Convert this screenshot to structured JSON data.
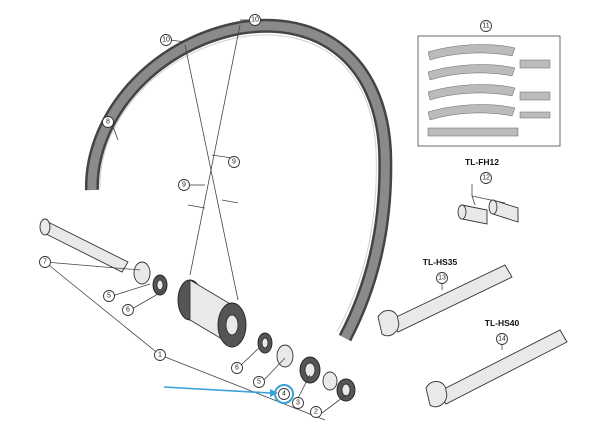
{
  "tool_labels": {
    "freehub_tool": "TL-FH12",
    "hub_spanner_35": "TL-HS35",
    "hub_spanner_40": "TL-HS40"
  },
  "callouts": {
    "c1": "1",
    "c2": "2",
    "c3": "3",
    "c4": "4",
    "c5a": "5",
    "c5b": "5",
    "c6a": "6",
    "c6b": "6",
    "c7": "7",
    "c8": "8",
    "c9a": "9",
    "c9b": "9",
    "c10a": "10",
    "c10b": "10",
    "c11": "11",
    "c12": "12",
    "c13": "13",
    "c14": "14"
  },
  "colors": {
    "highlight_arrow": "#3aa0d8",
    "rim": "#555555"
  }
}
